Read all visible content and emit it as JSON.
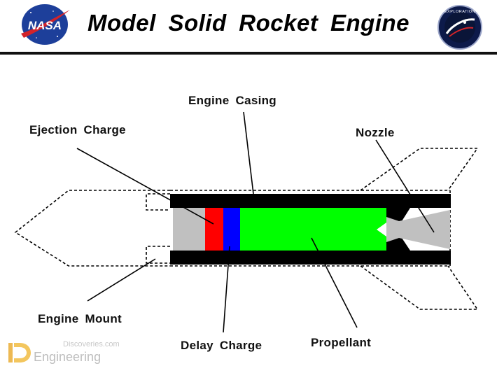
{
  "header": {
    "title": "Model Solid Rocket Engine",
    "nasa_logo_text": "NASA",
    "seal_text": "EXPLORATION"
  },
  "labels": {
    "engine_casing": "Engine Casing",
    "ejection_charge": "Ejection Charge",
    "nozzle": "Nozzle",
    "engine_mount": "Engine Mount",
    "delay_charge": "Delay Charge",
    "propellant": "Propellant"
  },
  "watermark": {
    "line1": "Discoveries.com",
    "line2": "Engineering"
  },
  "colors": {
    "casing": "#000000",
    "gray_fill": "#c0c0c0",
    "ejection_charge": "#ff0000",
    "delay_charge": "#0000ff",
    "propellant": "#00ff00",
    "nasa_blue": "#1d3f9a",
    "nasa_red": "#d2232a"
  }
}
